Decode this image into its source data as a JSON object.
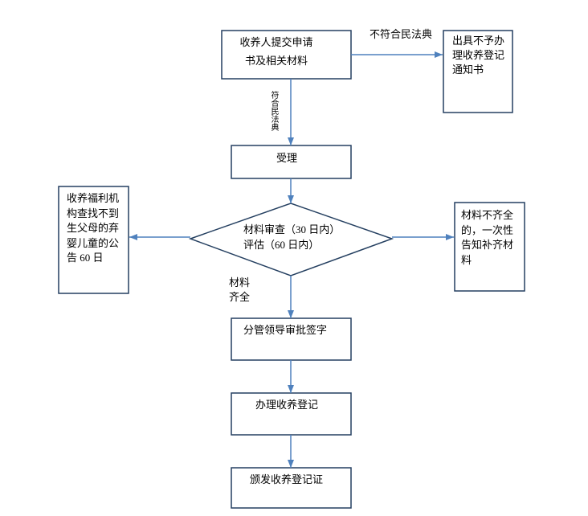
{
  "nodes": {
    "submit": {
      "lines": [
        "收养人提交申请",
        "书及相关材料"
      ]
    },
    "reject_notice": {
      "lines": [
        "出具不予办",
        "理收养登记",
        "通知书"
      ]
    },
    "accept": {
      "lines": [
        "受理"
      ]
    },
    "review": {
      "lines": [
        "材料审查（30 日内）",
        "评估（60 日内）"
      ]
    },
    "announcement": {
      "lines": [
        "收养福利机",
        "构查找不到",
        "生父母的弃",
        "婴儿童的公",
        "告 60 日"
      ]
    },
    "incomplete": {
      "lines": [
        "材料不齐全",
        "的，一次性",
        "告知补齐材",
        "料"
      ]
    },
    "approval": {
      "lines": [
        "分管领导审批签字"
      ]
    },
    "register": {
      "lines": [
        "办理收养登记"
      ]
    },
    "certificate": {
      "lines": [
        "颁发收养登记证"
      ]
    }
  },
  "edge_labels": {
    "not_compliant": "不符合民法典",
    "compliant": "符合民法典",
    "complete": [
      "材料",
      "齐全"
    ]
  },
  "colors": {
    "node_border": "#243f60",
    "arrow": "#4f81bd",
    "text": "#000000",
    "background": "#ffffff"
  }
}
